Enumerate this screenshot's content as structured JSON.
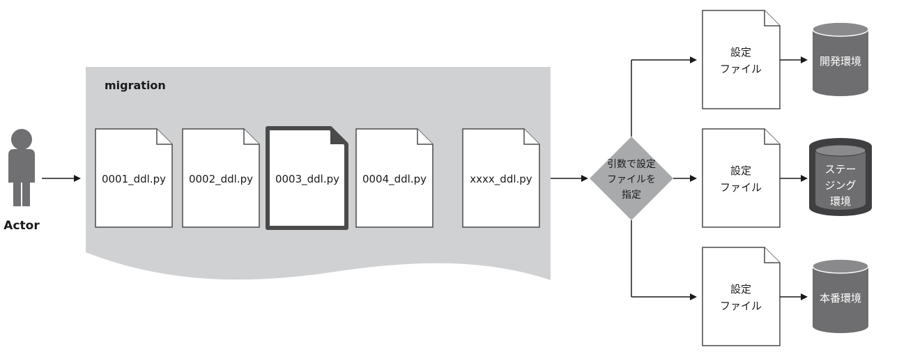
{
  "actor": {
    "label": "Actor"
  },
  "migration": {
    "title": "migration",
    "files": [
      "0001_ddl.py",
      "0002_ddl.py",
      "0003_ddl.py",
      "0004_ddl.py",
      "xxxx_ddl.py"
    ]
  },
  "decision": {
    "line1": "引数で設定",
    "line2": "ファイルを",
    "line3": "指定"
  },
  "config_files": [
    {
      "line1": "設定",
      "line2": "ファイル"
    },
    {
      "line1": "設定",
      "line2": "ファイル"
    },
    {
      "line1": "設定",
      "line2": "ファイル"
    }
  ],
  "environments": {
    "dev": {
      "label": "開発環境"
    },
    "staging": {
      "line1": "ステー",
      "line2": "ジング",
      "line3": "環境"
    },
    "prod": {
      "label": "本番環境"
    }
  }
}
